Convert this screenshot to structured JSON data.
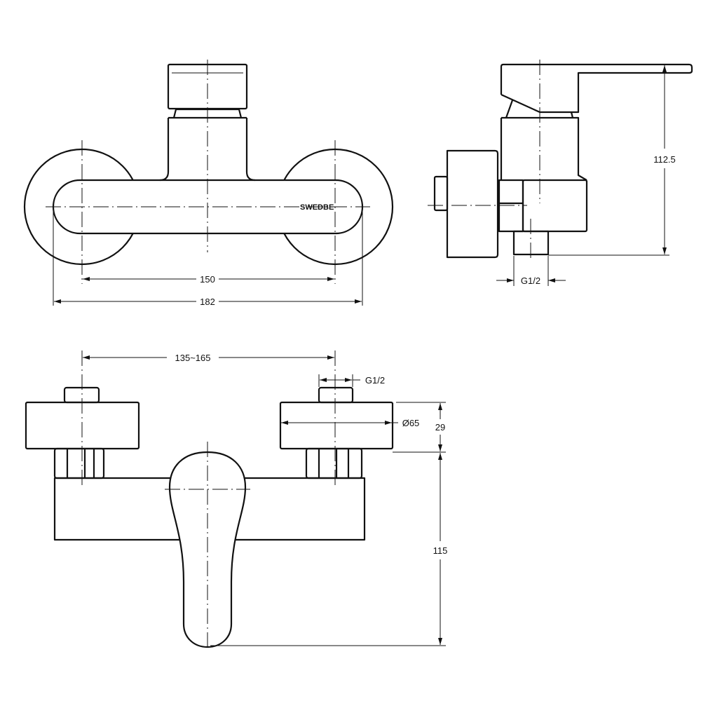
{
  "brand": "SWEDBE",
  "front_view": {
    "dim_inner": "150",
    "dim_outer": "182"
  },
  "side_view": {
    "dim_height": "112.5",
    "dim_thread": "G1/2"
  },
  "top_view": {
    "dim_spacing": "135~165",
    "dim_thread": "G1/2",
    "dim_flange_diameter": "Ø65",
    "dim_flange_height": "29",
    "dim_height": "115"
  },
  "colors": {
    "line": "#111111",
    "background": "#ffffff"
  }
}
